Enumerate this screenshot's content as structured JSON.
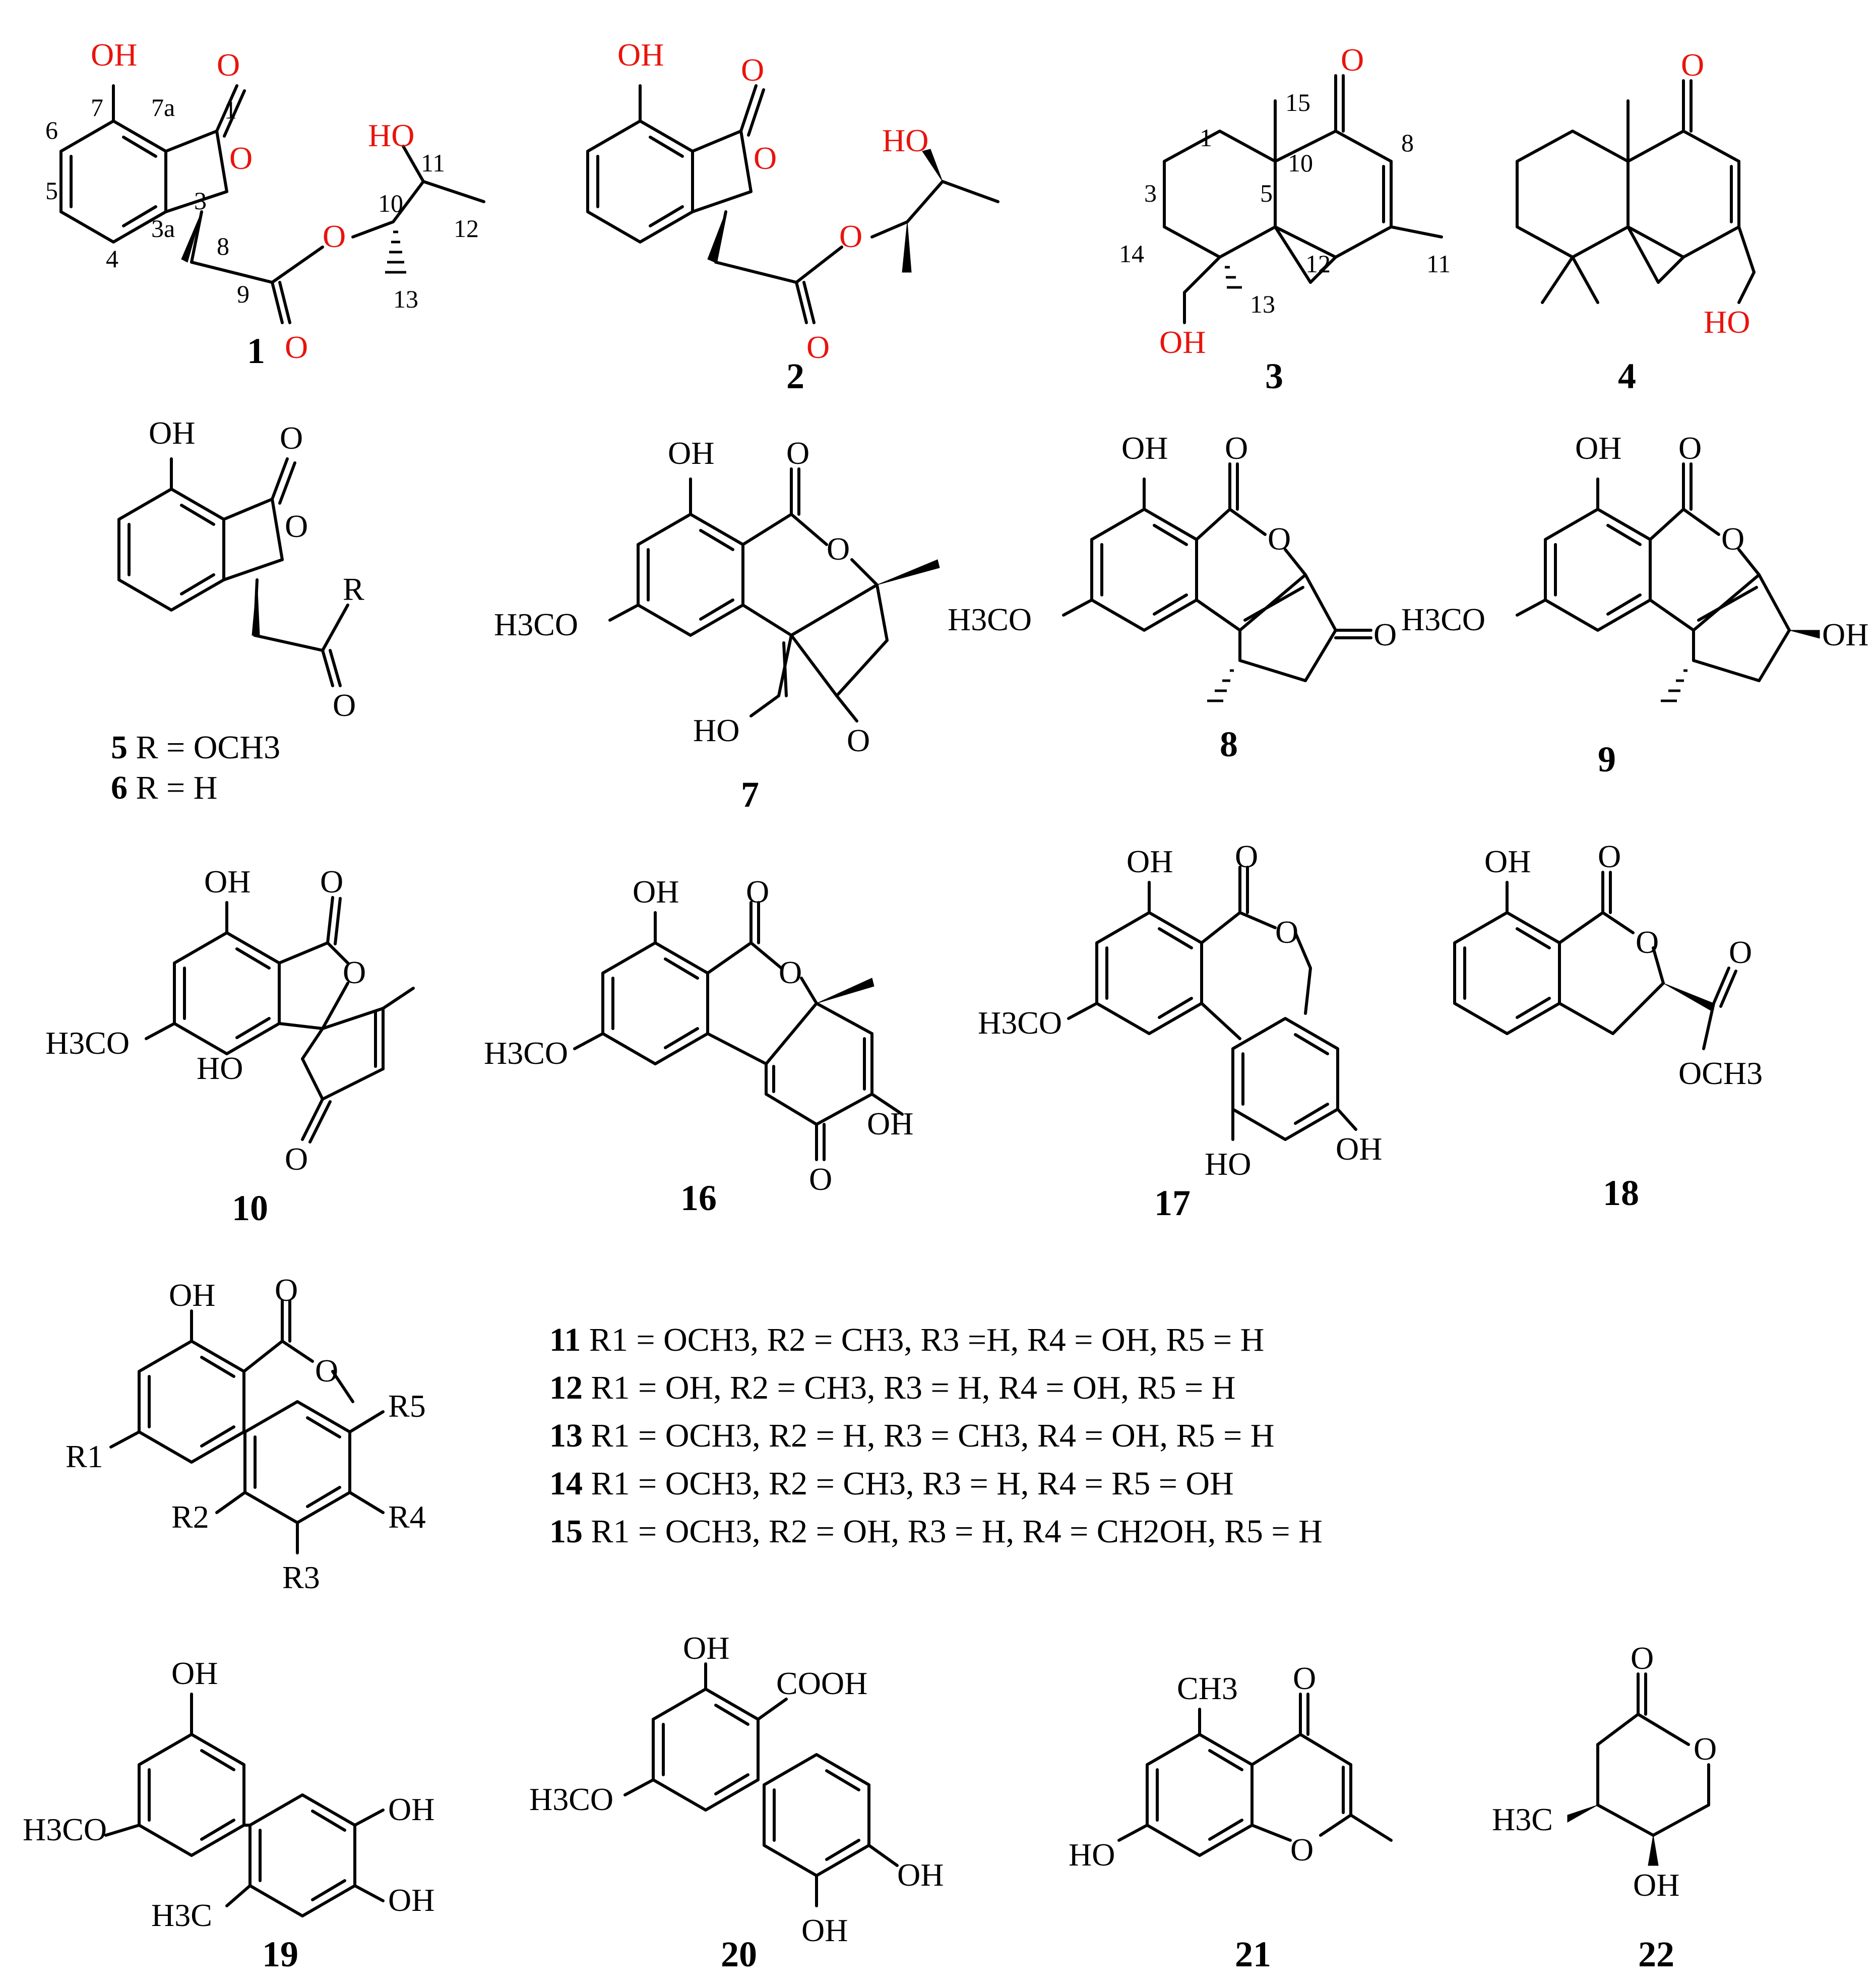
{
  "colors": {
    "ink": "#000000",
    "heteroatom": "#e8140d"
  },
  "labels": {
    "oh": "OH",
    "ho": "HO",
    "o": "O",
    "h3co": "H3CO",
    "h3c": "H3C",
    "ch3": "CH3",
    "och3": "OCH3",
    "cooh": "COOH",
    "r": "R"
  },
  "compounds": {
    "c1": "1",
    "c2": "2",
    "c3": "3",
    "c4": "4",
    "c7": "7",
    "c8": "8",
    "c9": "9",
    "c10": "10",
    "c16": "16",
    "c17": "17",
    "c18": "18",
    "c19": "19",
    "c20": "20",
    "c21": "21",
    "c22": "22"
  },
  "numbering": {
    "n1": [
      "7",
      "7a",
      "1",
      "6",
      "5",
      "3",
      "3a",
      "4",
      "8",
      "9",
      "10",
      "11",
      "12",
      "13"
    ],
    "n3": [
      "15",
      "1",
      "10",
      "8",
      "3",
      "5",
      "14",
      "12",
      "11",
      "13"
    ]
  },
  "compound56": [
    {
      "num": "5",
      "text": " R = OCH3"
    },
    {
      "num": "6",
      "text": " R = H"
    }
  ],
  "r_groups": [
    {
      "num": "11",
      "text": "R1 = OCH3, R2 = CH3, R3 =H, R4 = OH, R5 = H"
    },
    {
      "num": "12",
      "text": "R1 = OH, R2 = CH3, R3 = H, R4 = OH, R5 = H"
    },
    {
      "num": "13",
      "text": "R1 = OCH3, R2 = H, R3 = CH3, R4 = OH, R5 = H"
    },
    {
      "num": "14",
      "text": "R1 = OCH3, R2 = CH3, R3 = H, R4 = R5 = OH"
    },
    {
      "num": "15",
      "text": "R1 = OCH3, R2 = OH, R3 = H, R4 = CH2OH, R5 = H"
    }
  ],
  "scaffold_r_labels": [
    "R1",
    "R2",
    "R3",
    "R4",
    "R5"
  ]
}
